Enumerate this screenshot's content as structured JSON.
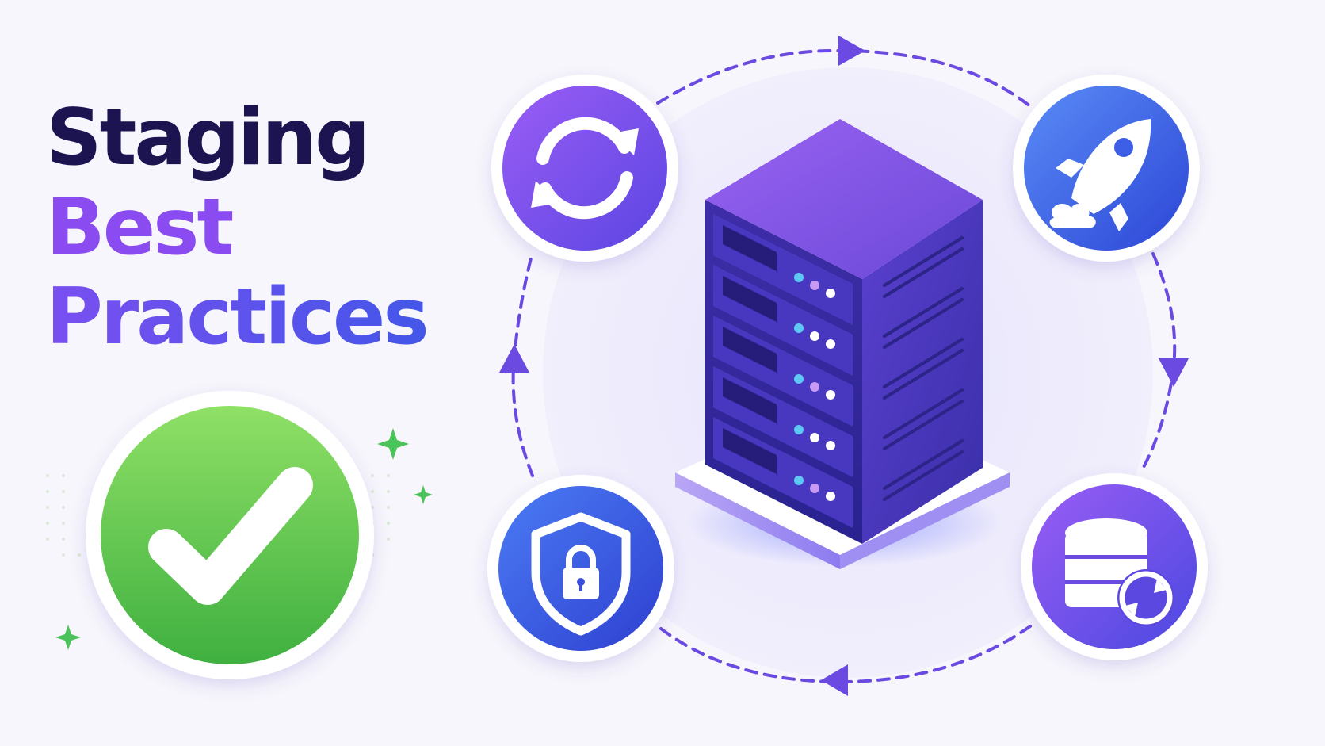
{
  "title": {
    "line1": "Staging",
    "line2": "Best",
    "line3": "Practices"
  },
  "icons": {
    "check": "check-icon",
    "server": "server-rack-icon",
    "sync": "sync-icon",
    "rocket": "rocket-icon",
    "shield_lock": "shield-lock-icon",
    "database_sync": "database-sync-icon"
  },
  "colors": {
    "heading_dark": "#1b1450",
    "heading_purple": "#8a4cf0",
    "heading_blue": "#4456e8",
    "check_green": "#5cc94a",
    "accent_purple": "#7b4ae8",
    "accent_blue": "#3d63e6"
  }
}
